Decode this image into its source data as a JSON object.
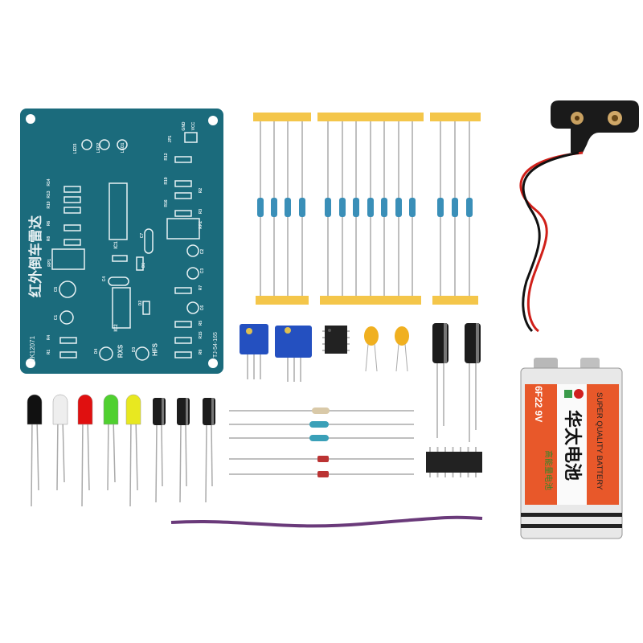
{
  "pcb": {
    "title": "红外倒车雷达",
    "model": "LK12071",
    "code": "TJ-54-165",
    "labels": [
      "LED3",
      "LED2",
      "LED1",
      "JP1",
      "GND",
      "VCC",
      "R14",
      "R13",
      "R10",
      "R6",
      "R8",
      "RP1",
      "C5",
      "C1",
      "R4",
      "R1",
      "D4",
      "RXS",
      "D3",
      "HFS",
      "IC1",
      "IC2",
      "C4",
      "C7",
      "D1",
      "D2",
      "R12",
      "R19",
      "R16",
      "R2",
      "R3",
      "RP2",
      "C2",
      "C3",
      "R7",
      "C6",
      "R15",
      "R5",
      "R9"
    ],
    "color": "#1b6b7c"
  },
  "battery": {
    "model": "6F22 9V",
    "brand": "华太电池",
    "slogan": "SUPER QUALITY BATTERY",
    "subtitle": "高能量电池",
    "accent": "#e8582a"
  }
}
